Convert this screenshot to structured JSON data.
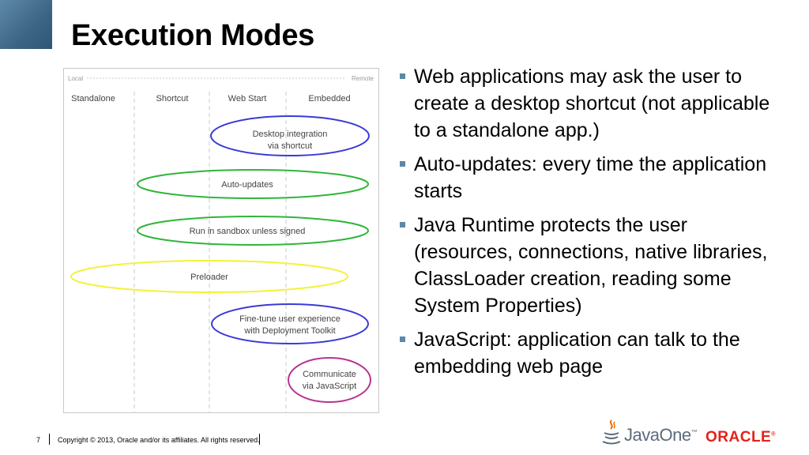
{
  "slide": {
    "title": "Execution Modes",
    "page_number": "7",
    "copyright": "Copyright © 2013, Oracle and/or its affiliates. All rights reserved."
  },
  "diagram": {
    "axis_left": "Local",
    "axis_right": "Remote",
    "columns": [
      "Standalone",
      "Shortcut",
      "Web Start",
      "Embedded"
    ],
    "ovals": [
      {
        "line1": "Desktop integration",
        "line2": "via shortcut",
        "color": "#3a3ad8"
      },
      {
        "line1": "Auto-updates",
        "line2": "",
        "color": "#2fb53a"
      },
      {
        "line1": "Run in sandbox unless signed",
        "line2": "",
        "color": "#2fb53a"
      },
      {
        "line1": "Preloader",
        "line2": "",
        "color": "#f2f23a"
      },
      {
        "line1": "Fine-tune user experience",
        "line2": "with Deployment Toolkit",
        "color": "#3a3ad8"
      },
      {
        "line1": "Communicate",
        "line2": "via JavaScript",
        "color": "#b8338f"
      }
    ]
  },
  "bullets": [
    "Web applications may ask the user to create a desktop shortcut (not applicable to a standalone app.)",
    "Auto-updates: every time the application starts",
    "Java Runtime protects the user (resources, connections, native libraries, ClassLoader creation, reading some System Properties)",
    "JavaScript: application can talk to the embedding web page"
  ],
  "logos": {
    "javaone": "JavaOne",
    "oracle": "ORACLE"
  },
  "colors": {
    "accent": "#3b6485",
    "bullet": "#5b88a8",
    "oracle_red": "#e2231a"
  }
}
